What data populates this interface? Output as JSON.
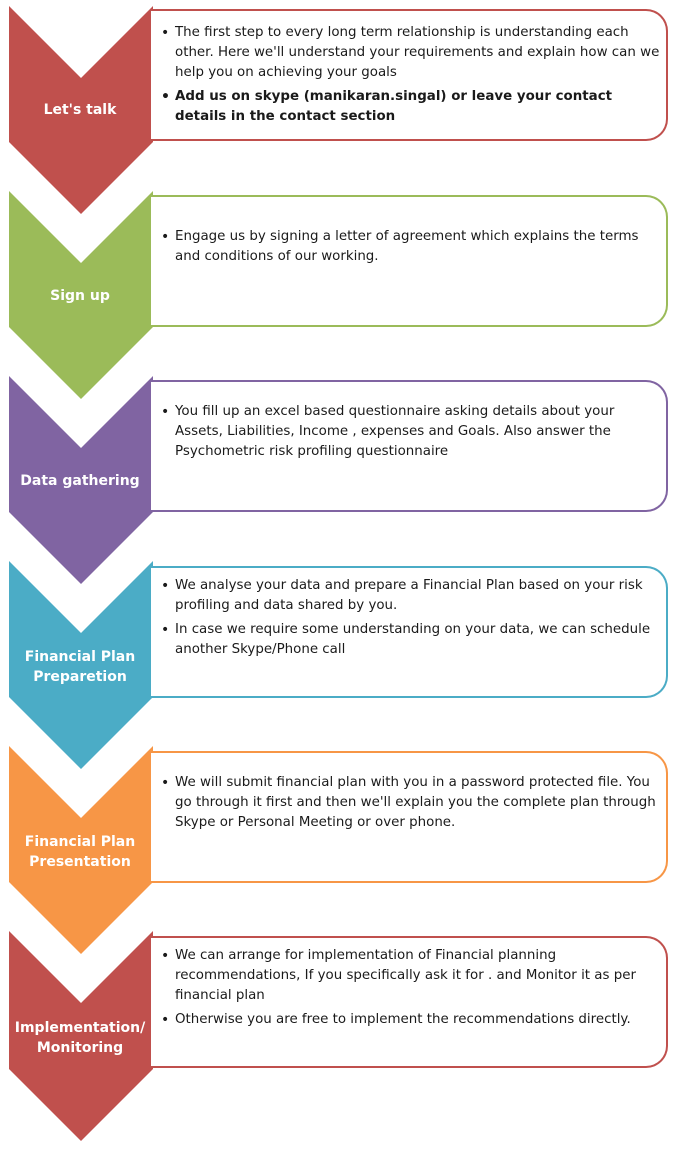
{
  "steps": [
    {
      "label": [
        "Let's talk"
      ],
      "color": "#C0504D",
      "items": [
        {
          "text": "The first step to every long term relationship is understanding each other. Here we'll understand your requirements and explain how can we help you on achieving your goals",
          "bold": false
        },
        {
          "text": "Add us on skype (manikaran.singal) or leave your contact details in the contact section",
          "bold": true
        }
      ]
    },
    {
      "label": [
        "Sign up"
      ],
      "color": "#9BBB59",
      "items": [
        {
          "text": "Engage us by signing a letter of agreement which explains the terms and conditions of our working.",
          "bold": false
        }
      ]
    },
    {
      "label": [
        "Data gathering"
      ],
      "color": "#8064A2",
      "items": [
        {
          "text": "You fill up an excel based  questionnaire asking details about your Assets, Liabilities, Income , expenses and Goals. Also answer the Psychometric risk profiling questionnaire",
          "bold": false
        }
      ]
    },
    {
      "label": [
        "Financial Plan",
        "Preparetion"
      ],
      "color": "#4BACC6",
      "items": [
        {
          "text": "We analyse your data and prepare a Financial Plan based on your risk profiling and data shared by you.",
          "bold": false
        },
        {
          "text": "In case we require some understanding on your data, we can schedule another Skype/Phone call",
          "bold": false
        }
      ]
    },
    {
      "label": [
        "Financial Plan",
        "Presentation"
      ],
      "color": "#F79646",
      "items": [
        {
          "text": "We will submit financial plan with you in a password protected file. You go through it first and then we'll explain you the complete plan through Skype or Personal Meeting or over phone.",
          "bold": false
        }
      ]
    },
    {
      "label": [
        "Implementation/",
        "Monitoring"
      ],
      "color": "#C0504D",
      "items": [
        {
          "text": "We can arrange for implementation of Financial planning recommendations, If you specifically ask it for . and Monitor it as per financial plan",
          "bold": false
        },
        {
          "text": "Otherwise you are free to implement the recommendations directly.",
          "bold": false
        }
      ]
    }
  ]
}
